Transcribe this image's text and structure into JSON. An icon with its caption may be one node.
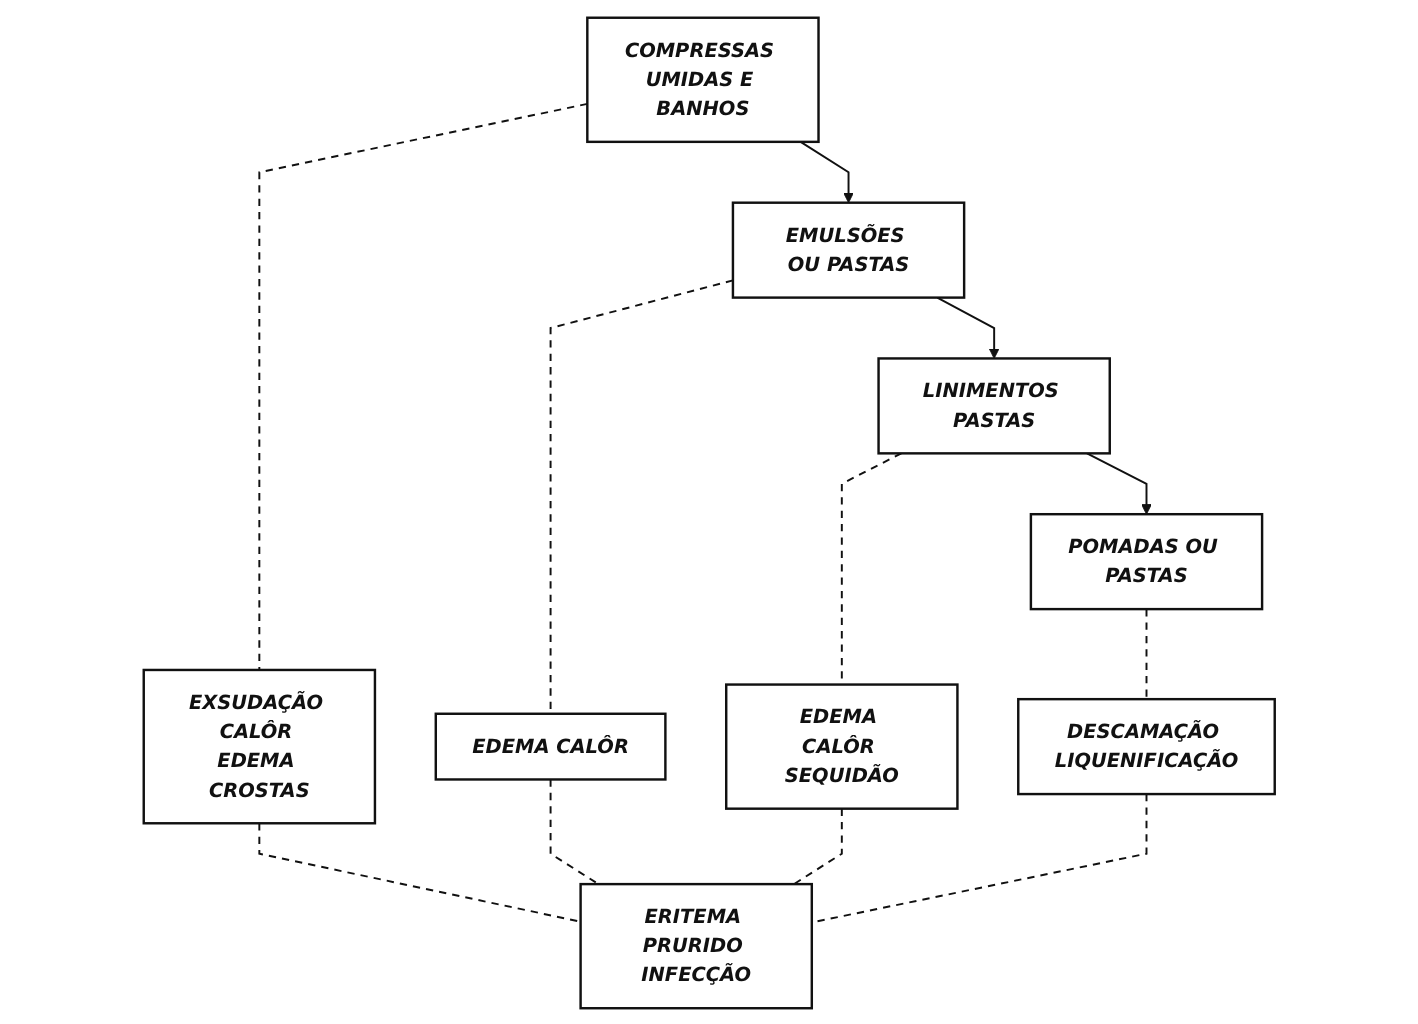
{
  "diagram": {
    "nodes": [
      {
        "text": [
          "COMPRESSAS UMIDAS E BANHOS"
        ]
      },
      {
        "text": [
          "EMULSÕES OU PASTAS"
        ]
      },
      {
        "text": [
          "LINIMENTOS PASTAS"
        ]
      },
      {
        "text": [
          "POMADAS OU PASTAS"
        ]
      },
      {
        "text": [
          "EXSUDAÇÃO CALÔR EDEMA CROSTAS"
        ]
      },
      {
        "text": [
          "EDEMA CALÔR"
        ]
      },
      {
        "text": [
          "EDEMA CALÔR SEQUIDÃO"
        ]
      },
      {
        "text": [
          "DESCAMAÇÃO LIQUENIFICAÇÃO"
        ]
      },
      {
        "text": [
          "ERITEMA PRURIDO INFECÇÃO"
        ]
      }
    ],
    "edges": [
      {
        "from": 0,
        "to": 1,
        "arrow": "to"
      },
      {
        "from": 1,
        "to": 2,
        "arrow": "to"
      },
      {
        "from": 2,
        "to": 3,
        "arrow": "to"
      },
      {
        "from": 0,
        "to": 4,
        "arrow": "none",
        "style": "dashed"
      },
      {
        "from": 1,
        "to": 5,
        "arrow": "none",
        "style": "dashed"
      },
      {
        "from": 2,
        "to": 6,
        "arrow": "none",
        "style": "dashed"
      },
      {
        "from": 3,
        "to": 7,
        "arrow": "none",
        "style": "dashed"
      },
      {
        "from": 4,
        "to": 8,
        "arrow": "none",
        "style": "dashed"
      },
      {
        "from": 5,
        "to": 8,
        "arrow": "none",
        "style": "dashed"
      },
      {
        "from": 6,
        "to": 8,
        "arrow": "none",
        "style": "dashed"
      },
      {
        "from": 7,
        "to": 8,
        "arrow": "none",
        "style": "dashed"
      }
    ]
  }
}
